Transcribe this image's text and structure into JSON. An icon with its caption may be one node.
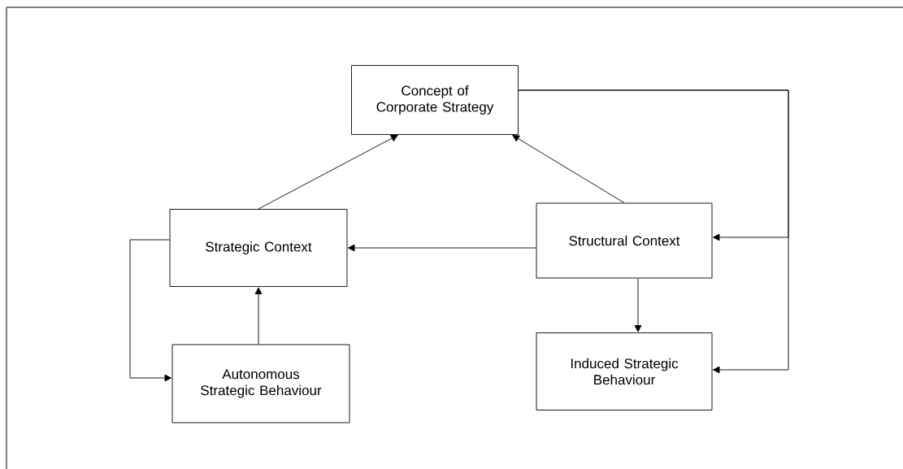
{
  "diagram": {
    "nodes": [
      {
        "text": [
          "Concept of Corporate Strategy"
        ]
      },
      {
        "text": [
          "Strategic Context"
        ]
      },
      {
        "text": [
          "Structural Context"
        ]
      },
      {
        "text": [
          "Autonomous Strategic Behaviour"
        ]
      },
      {
        "text": [
          "Induced Strategic Behaviour"
        ]
      }
    ],
    "edges": [
      {
        "from": 1,
        "to": 0,
        "arrow": "to"
      },
      {
        "from": 2,
        "to": 0,
        "arrow": "to"
      },
      {
        "from": 2,
        "to": 1,
        "arrow": "to"
      },
      {
        "from": 3,
        "to": 1,
        "arrow": "to"
      },
      {
        "from": 1,
        "to": 3,
        "arrow": "to"
      },
      {
        "from": 2,
        "to": 4,
        "arrow": "to"
      },
      {
        "from": 0,
        "to": 2,
        "arrow": "to"
      },
      {
        "from": 0,
        "to": 4,
        "arrow": "to"
      }
    ]
  }
}
